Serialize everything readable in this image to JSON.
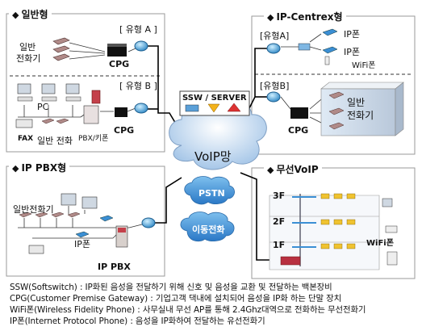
{
  "panels": {
    "general": "일반형",
    "ipcentrex": "IP-Centrex형",
    "ippbx": "IP PBX형",
    "wireless": "무선VoIP"
  },
  "general_panel": {
    "type_a": "[ 유형 A ]",
    "type_b": "[ 유형 B ]",
    "phone_label_line1": "일반",
    "phone_label_line2": "전화기",
    "cpg_a": "CPG",
    "cpg_b": "CPG",
    "pc": "PC",
    "fax": "FAX",
    "general_phone": "일반 전화",
    "pbx_keyphone": "PBX/키폰"
  },
  "center": {
    "ssw_server": "SSW / SERVER",
    "voip_network": "VoIP망",
    "pstn": "PSTN",
    "mobile": "이동전화"
  },
  "ipcentrex_panel": {
    "type_a": "[유형A]",
    "type_b": "[유형B]",
    "ip_phone_1": "IP폰",
    "ip_phone_2": "IP폰",
    "wifi_phone": "WiFi폰",
    "phone_label_line1": "일반",
    "phone_label_line2": "전화기",
    "cpg": "CPG"
  },
  "ippbx_panel": {
    "general_phone": "일반전화기",
    "ip_phone": "IP폰",
    "ip_pbx": "IP PBX"
  },
  "wireless_panel": {
    "floor_3": "3F",
    "floor_2": "2F",
    "floor_1": "1F",
    "wifi_phone": "WiFi폰"
  },
  "legend": [
    "SSW(Softswitch) : IP화된 음성을 전달하기 위해 신호 및 음성을 교환 및 전달하는 백본장비",
    "CPG(Customer Premise Gateway) : 기업고객 댁내에 설치되어 음성을 IP화 하는 단말 장치",
    "WiFi폰(Wireless Fidelity Phone) : 사무실내  무선 AP를 통해 2.4Ghz대역으로 전화하는 무선전화기",
    "IP폰(Internet Protocol Phone) : 음성을 IP화하여 전달하는 유선전화기"
  ],
  "colors": {
    "panel_border": "#999999",
    "cloud": "#c9dcef",
    "cloud_edge": "#7f9fc4",
    "router": "#5bb0e0",
    "cpg": "#222222"
  }
}
